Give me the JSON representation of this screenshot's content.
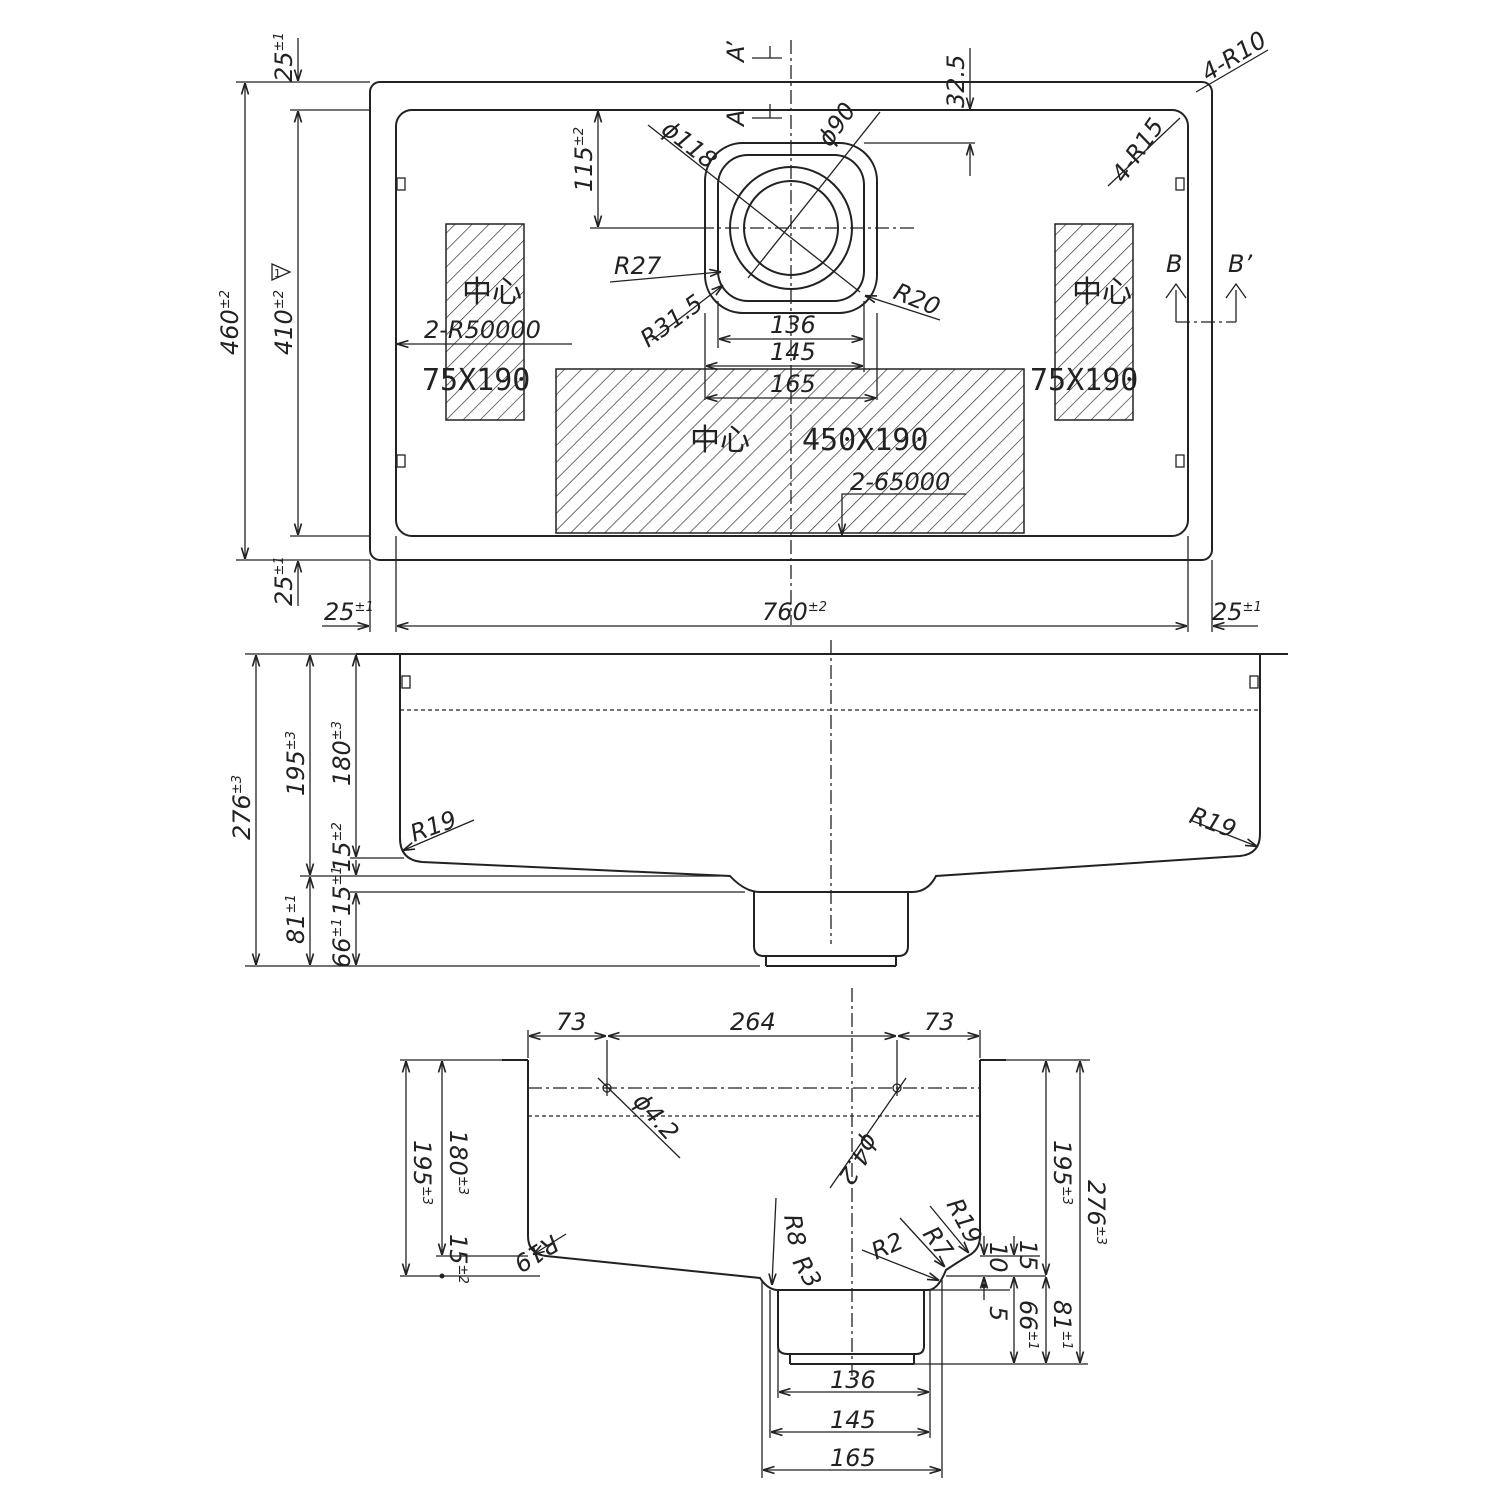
{
  "top_view": {
    "dims": {
      "d25_top": "25",
      "tol_25_top": "±1",
      "d460": "460",
      "tol_460": "±2",
      "d410": "410",
      "tol_410": "±2",
      "d25_bottom": "25",
      "tol_25_bottom": "±1",
      "d25_left": "25",
      "tol_25_left": "±1",
      "d760": "760",
      "tol_760": "±2",
      "d25_right": "25",
      "tol_25_right": "±1",
      "d115": "115",
      "tol_115": "±2",
      "d32_5": "32.5",
      "r10": "4-R10",
      "r15": "4-R15",
      "phi118": "ϕ118",
      "phi90": "ϕ90",
      "r27": "R27",
      "r31_5": "R31.5",
      "r20": "R20",
      "w136": "136",
      "w145": "145",
      "w165": "165",
      "r50000": "2-R50000",
      "r65000": "2-65000"
    },
    "section_marks": {
      "a": "A",
      "a_prime": "A’",
      "b": "B",
      "b_prime": "B’"
    },
    "pads": {
      "left_center": "中心",
      "left_size": "75X190",
      "right_center": "中心",
      "right_size": "75X190",
      "middle_center": "中心",
      "middle_size": "450X190"
    },
    "note_symbol": "1"
  },
  "side_view": {
    "dims": {
      "d276": "276",
      "tol_276": "±3",
      "d195": "195",
      "tol_195": "±3",
      "d180": "180",
      "tol_180": "±3",
      "d15a": "15",
      "tol_15a": "±2",
      "d15b": "15",
      "tol_15b": "±1",
      "d81": "81",
      "tol_81": "±1",
      "d66": "66",
      "tol_66": "±1",
      "r19_left": "R19",
      "r19_right": "R19"
    }
  },
  "section_view": {
    "dims": {
      "w73_left": "73",
      "w264": "264",
      "w73_right": "73",
      "phi42_left": "ϕ4.2",
      "phi42_right": "ϕ4.2",
      "d195_left": "195",
      "tol_195_left": "±3",
      "d180_left": "180",
      "tol_180_left": "±3",
      "d15_left": "15",
      "tol_15_left": "±2",
      "r19_left": "R19",
      "r8": "R8",
      "r3": "R3",
      "r2": "R2",
      "r7": "R7",
      "r19_right": "R19",
      "d10": "10",
      "d15_right": "15",
      "d5": "5",
      "d195_right": "195",
      "tol_195_right": "±3",
      "d276_right": "276",
      "tol_276_right": "±3",
      "d66_right": "66",
      "tol_66_right": "±1",
      "d81_right": "81",
      "tol_81_right": "±1",
      "w136": "136",
      "w145": "145",
      "w165": "165"
    }
  }
}
